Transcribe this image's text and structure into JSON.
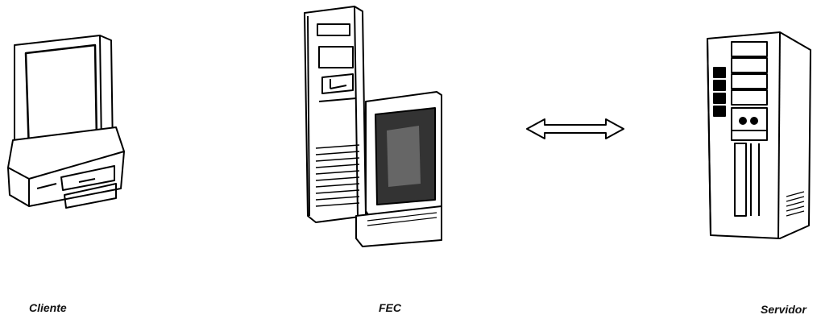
{
  "diagram": {
    "nodes": [
      {
        "id": "cliente",
        "label": "Cliente",
        "icon": "desktop-computer-icon"
      },
      {
        "id": "fec",
        "label": "FEC",
        "icon": "tower-workstation-icon"
      },
      {
        "id": "servidor",
        "label": "Servidor",
        "icon": "server-cabinet-icon"
      }
    ],
    "connector": {
      "type": "double-arrow",
      "between": [
        "fec",
        "servidor"
      ]
    }
  }
}
